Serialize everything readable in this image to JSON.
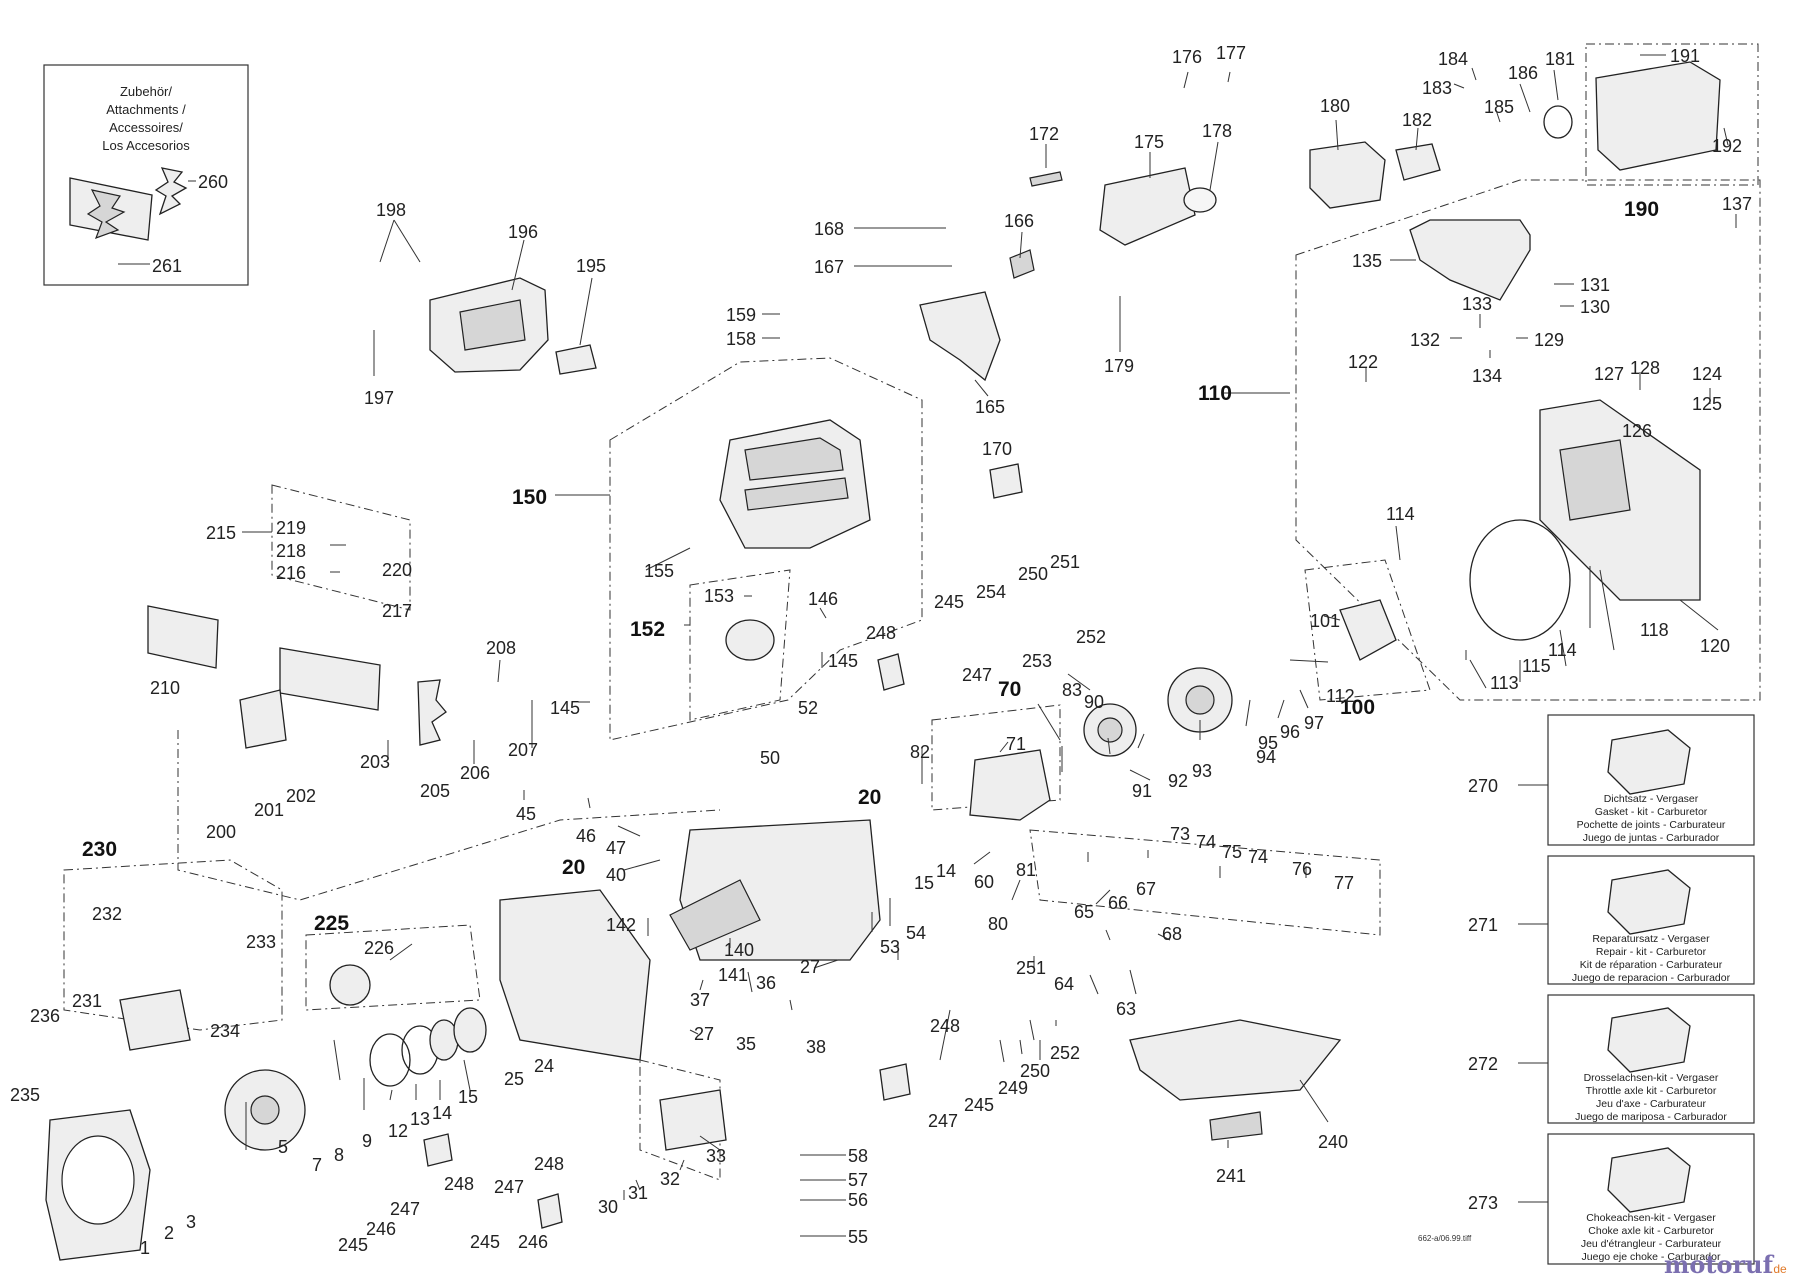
{
  "attachments_box": {
    "title_lines": [
      "Zubehör/",
      "Attachments /",
      "Accessoires/",
      "Los Accesorios"
    ],
    "part_numbers": [
      "260",
      "261"
    ]
  },
  "kits": [
    {
      "number": "270",
      "lines": [
        "Dichtsatz - Vergaser",
        "Gasket - kit - Carburetor",
        "Pochette de joints - Carburateur",
        "Juego de juntas - Carburador"
      ]
    },
    {
      "number": "271",
      "lines": [
        "Reparatursatz - Vergaser",
        "Repair - kit - Carburetor",
        "Kit de réparation - Carburateur",
        "Juego de reparacion - Carburador"
      ]
    },
    {
      "number": "272",
      "lines": [
        "Drosselachsen-kit - Vergaser",
        "Throttle axle kit - Carburetor",
        "Jeu d'axe - Carburateur",
        "Juego de mariposa - Carburador"
      ]
    },
    {
      "number": "273",
      "lines": [
        "Chokeachsen-kit - Vergaser",
        "Choke axle kit - Carburetor",
        "Jeu d'étrangleur - Carburateur",
        "Juego eje choke - Carburador"
      ]
    }
  ],
  "group_labels": [
    "150",
    "152",
    "110",
    "190",
    "100",
    "70",
    "20",
    "20",
    "230",
    "225"
  ],
  "part_labels": [
    "176",
    "177",
    "184",
    "181",
    "191",
    "183",
    "186",
    "185",
    "180",
    "182",
    "192",
    "172",
    "175",
    "178",
    "190",
    "137",
    "198",
    "196",
    "195",
    "168",
    "166",
    "167",
    "135",
    "131",
    "130",
    "159",
    "158",
    "133",
    "132",
    "129",
    "134",
    "179",
    "197",
    "165",
    "122",
    "127",
    "128",
    "124",
    "125",
    "126",
    "170",
    "110",
    "150",
    "215",
    "219",
    "218",
    "220",
    "216",
    "217",
    "155",
    "153",
    "146",
    "250",
    "251",
    "245",
    "254",
    "252",
    "114",
    "101",
    "152",
    "145",
    "248",
    "253",
    "247",
    "210",
    "208",
    "145",
    "52",
    "83",
    "90",
    "100",
    "118",
    "120",
    "203",
    "206",
    "207",
    "205",
    "202",
    "201",
    "200",
    "50",
    "82",
    "71",
    "92",
    "93",
    "94",
    "95",
    "96",
    "97",
    "112",
    "113",
    "115",
    "114",
    "91",
    "45",
    "46",
    "47",
    "40",
    "73",
    "74",
    "75",
    "74",
    "76",
    "77",
    "230",
    "60",
    "81",
    "80",
    "15",
    "14",
    "54",
    "53",
    "142",
    "140",
    "27",
    "141",
    "36",
    "37",
    "35",
    "38",
    "27",
    "24",
    "25",
    "232",
    "233",
    "226",
    "231",
    "234",
    "236",
    "235",
    "65",
    "66",
    "67",
    "68",
    "64",
    "63",
    "251",
    "248",
    "252",
    "250",
    "249",
    "245",
    "247",
    "241",
    "240",
    "5",
    "7",
    "8",
    "9",
    "12",
    "13",
    "14",
    "15",
    "33",
    "32",
    "58",
    "57",
    "56",
    "55",
    "30",
    "31",
    "248",
    "247",
    "246",
    "245",
    "248",
    "247",
    "246",
    "245",
    "1",
    "2",
    "3"
  ],
  "footer": {
    "reference": "662-a/06.99.tiff",
    "watermark_brand": "motoruf",
    "watermark_tld": ".de"
  }
}
